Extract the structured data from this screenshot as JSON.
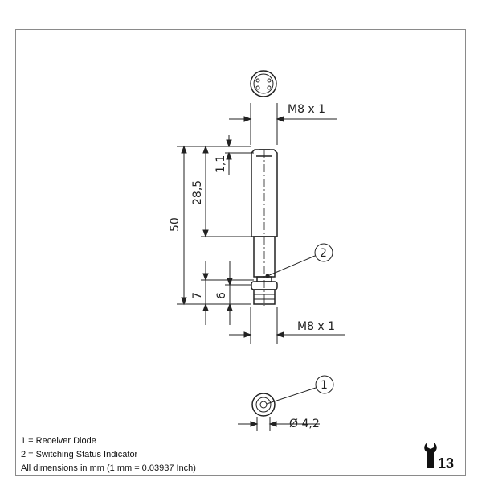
{
  "drawing": {
    "top_thread_label": "M8 x 1",
    "bottom_thread_label": "M8 x 1",
    "dim_total_length": "50",
    "dim_body_length": "28,5",
    "dim_top_offset": "1,1",
    "dim_lower_7": "7",
    "dim_lower_6": "6",
    "dim_diameter": "Ø 4,2",
    "callout_1": "1",
    "callout_2": "2"
  },
  "legend": {
    "item_1": "1 =  Receiver Diode",
    "item_2": "2 =  Switching Status Indicator",
    "note": "All dimensions in mm (1 mm = 0.03937 Inch)"
  },
  "badge": {
    "icon": "wrench-icon",
    "page_number": "13"
  }
}
